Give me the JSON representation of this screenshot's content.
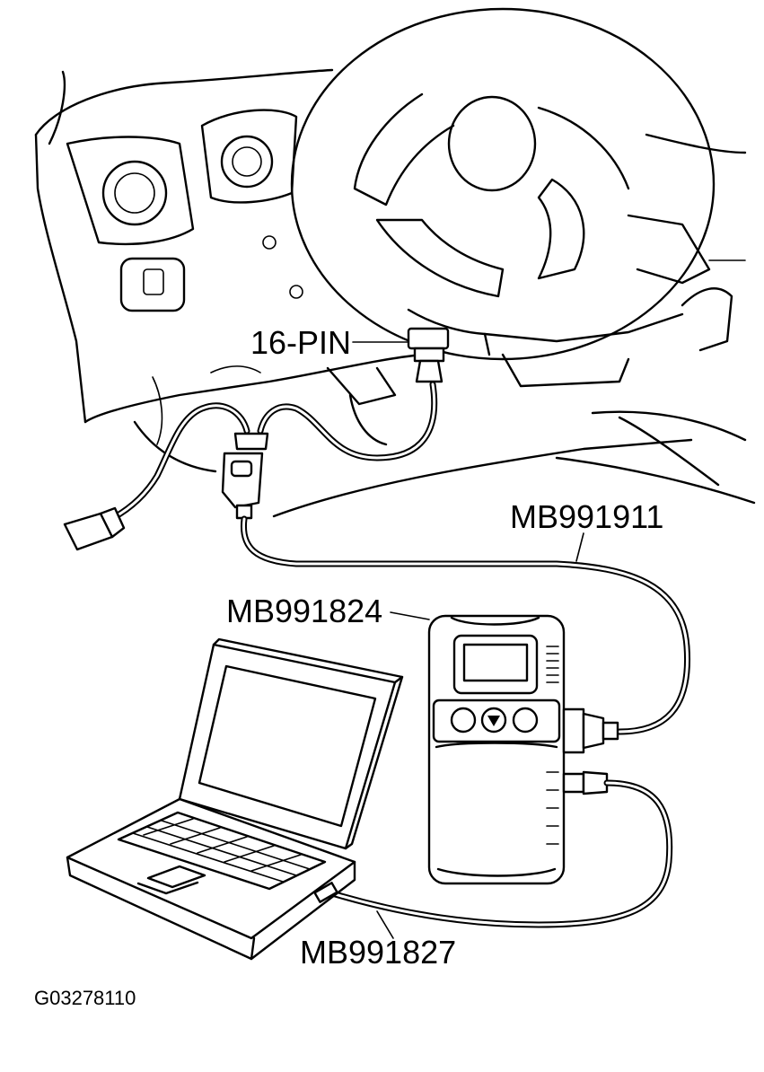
{
  "diagram": {
    "labels": {
      "connector": "16-PIN",
      "cable_mb991911": "MB991911",
      "interface_mb991824": "MB991824",
      "cable_mb991827": "MB991827",
      "figure_id": "G03278110"
    },
    "colors": {
      "line": "#000000",
      "background": "#ffffff"
    }
  }
}
